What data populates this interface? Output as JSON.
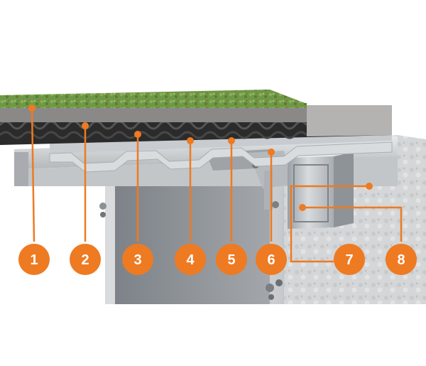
{
  "diagram": {
    "callouts": [
      {
        "label": "1"
      },
      {
        "label": "2"
      },
      {
        "label": "3"
      },
      {
        "label": "4"
      },
      {
        "label": "5"
      },
      {
        "label": "6"
      },
      {
        "label": "7"
      },
      {
        "label": "8"
      }
    ],
    "colors": {
      "accent": "#ee7a22",
      "sedum": "#6f9a4a",
      "felt": "#8c8a8a",
      "drainage": "#2a2a2a",
      "steel": "#c9cdd0",
      "galvanised": "#d6d8d9",
      "panel": "#8f949a",
      "concrete": "#b9b8b6"
    }
  }
}
